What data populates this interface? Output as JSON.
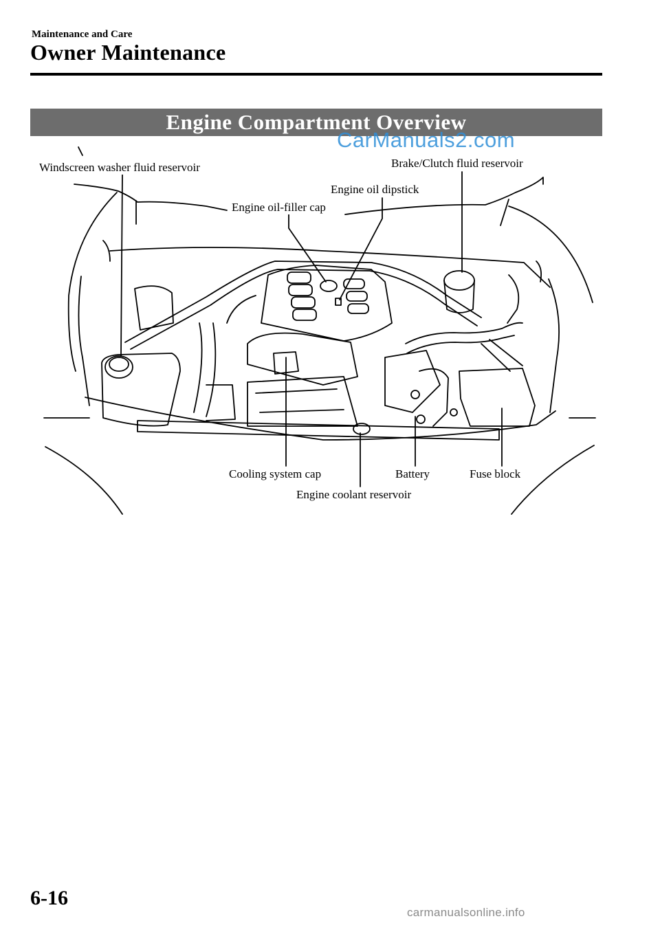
{
  "header": {
    "section": "Maintenance and Care",
    "title": "Owner Maintenance"
  },
  "banner": {
    "title": "Engine Compartment Overview"
  },
  "watermark": {
    "text": "CarManuals2.com"
  },
  "callouts": {
    "windscreen_washer": "Windscreen washer fluid reservoir",
    "brake_clutch": "Brake/Clutch fluid reservoir",
    "oil_dipstick": "Engine oil dipstick",
    "oil_filler_cap": "Engine oil-filler cap",
    "cooling_system_cap": "Cooling system cap",
    "battery": "Battery",
    "fuse_block": "Fuse block",
    "coolant_reservoir": "Engine coolant reservoir"
  },
  "footer": {
    "page_number": "6-16",
    "watermark": "carmanualsonline.info"
  }
}
